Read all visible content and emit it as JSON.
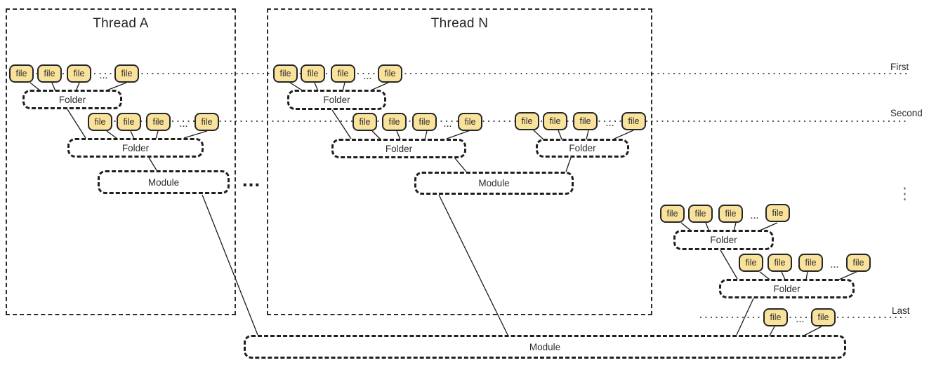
{
  "diagram": {
    "threads": [
      {
        "title": "Thread A"
      },
      {
        "title": "Thread N"
      }
    ],
    "labels": {
      "file": "file",
      "folder": "Folder",
      "module": "Module"
    },
    "level_markers": [
      {
        "label": "First"
      },
      {
        "label": "Second"
      },
      {
        "label": "Last"
      }
    ],
    "ellipses": {
      "horizontal": "...",
      "between_threads": "...",
      "vertical": "⋮"
    },
    "colors": {
      "file_fill": "#F9E29B",
      "file_border": "#262626",
      "dashed_outline": "#1f1f1f",
      "dotted_level_line": "#3a3a3a",
      "text": "#2e2e2e",
      "background": "#ffffff"
    }
  }
}
